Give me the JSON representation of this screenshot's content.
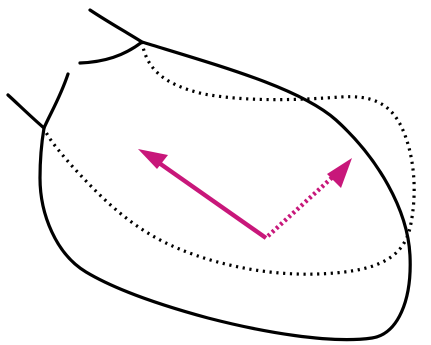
{
  "colors": {
    "outline": "#000000",
    "arrow": "#c8177a",
    "background": "#ffffff"
  },
  "diagram": {
    "solid_outline": "solid",
    "dotted_outline": "dotted",
    "solid_arrow": "solid",
    "dotted_arrow": "dotted"
  }
}
